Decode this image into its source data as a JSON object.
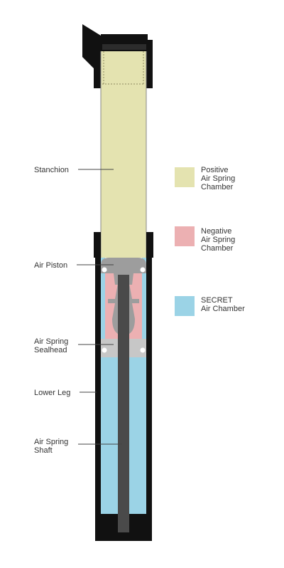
{
  "diagram": {
    "callouts": {
      "stanchion": "Stanchion",
      "air_piston": "Air Piston",
      "air_spring_sealhead": "Air Spring\nSealhead",
      "lower_leg": "Lower Leg",
      "air_spring_shaft": "Air Spring\nShaft"
    },
    "legend": [
      {
        "label": "Positive\nAir Spring\nChamber",
        "color": "#e4e3b0"
      },
      {
        "label": "Negative\nAir Spring\nChamber",
        "color": "#ecb0b2"
      },
      {
        "label": "SECRET\nAir Chamber",
        "color": "#9bd3e6"
      }
    ],
    "colors": {
      "outline": "#111111",
      "piston": "#9d9d9d",
      "sealhead": "#c7c7c7",
      "shaft": "#4a4a4a",
      "leader": "#444444"
    }
  }
}
